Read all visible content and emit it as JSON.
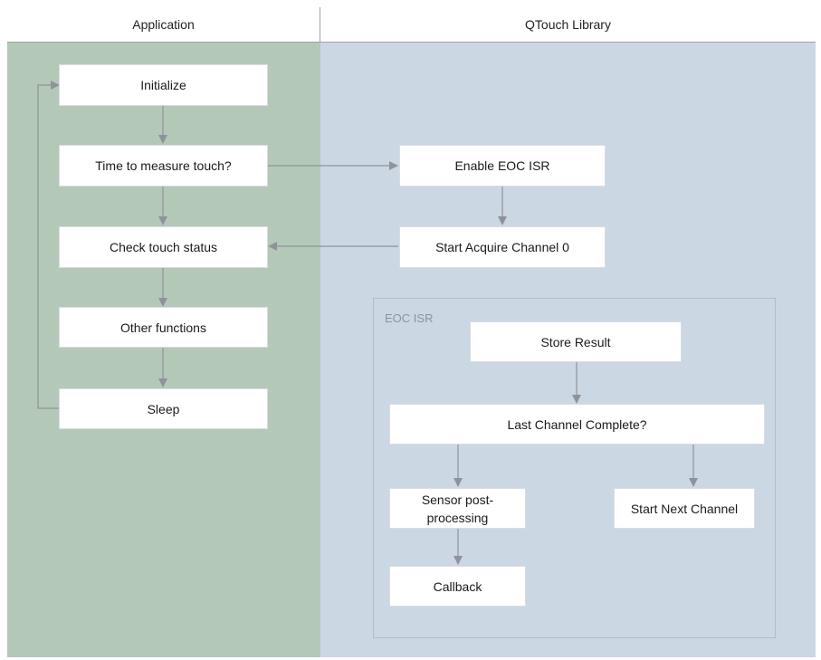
{
  "lanes": {
    "application": "Application",
    "library": "QTouch Library"
  },
  "group": {
    "label": "EOC ISR"
  },
  "nodes": {
    "initialize": "Initialize",
    "time_to_measure": "Time to measure touch?",
    "check_touch_status": "Check touch status",
    "other_functions": "Other functions",
    "sleep": "Sleep",
    "enable_eoc_isr": "Enable EOC ISR",
    "start_acquire_channel": "Start Acquire Channel 0",
    "store_result": "Store Result",
    "last_channel_complete": "Last Channel Complete?",
    "sensor_post_processing": "Sensor post-processing",
    "start_next_channel": "Start Next Channel",
    "callback": "Callback"
  },
  "colors": {
    "application_lane": "#b4c8b8",
    "library_lane": "#ccd7e4",
    "node_fill": "#ffffff",
    "arrow": "#8f9399"
  }
}
